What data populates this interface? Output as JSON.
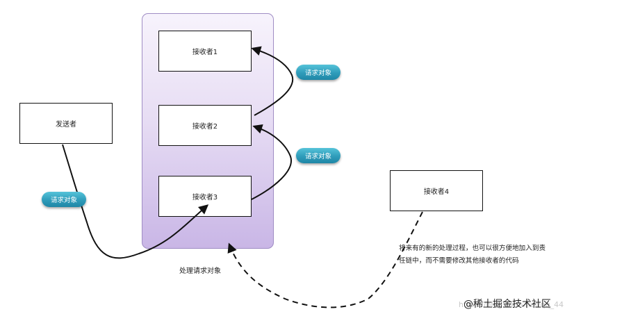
{
  "sender": {
    "label": "发送者"
  },
  "receivers": [
    {
      "label": "接收者1"
    },
    {
      "label": "接收者2"
    },
    {
      "label": "接收者3"
    },
    {
      "label": "接收者4"
    }
  ],
  "request_tags": [
    {
      "label": "请求对象"
    },
    {
      "label": "请求对象"
    },
    {
      "label": "请求对象"
    }
  ],
  "panel_caption": "处理请求对象",
  "note": "将来有的新的处理过程，也可以很方便地加入到责任链中，而不需要修改其他接收者的代码",
  "watermark": "@稀土掘金技术社区",
  "watermark_url": "https://blog.csdn.net/qq_44"
}
